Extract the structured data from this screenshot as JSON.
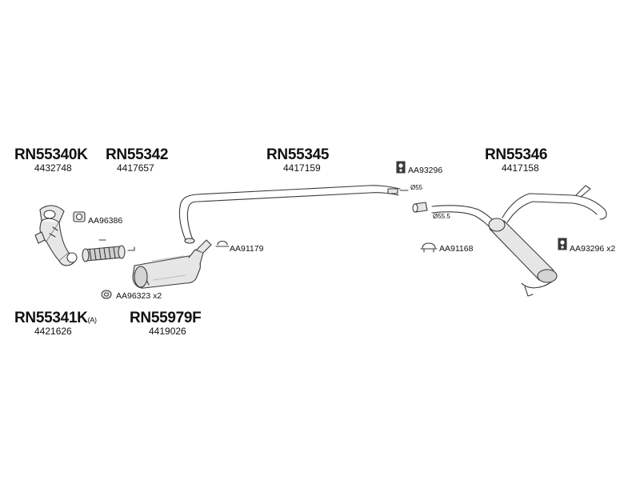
{
  "parts": {
    "rn55340k": {
      "code": "RN55340K",
      "ref": "4432748"
    },
    "rn55342": {
      "code": "RN55342",
      "ref": "4417657"
    },
    "rn55345": {
      "code": "RN55345",
      "ref": "4417159"
    },
    "rn55346": {
      "code": "RN55346",
      "ref": "4417158"
    },
    "rn55341k": {
      "code": "RN55341K",
      "suffix": "(A)",
      "ref": "4421626"
    },
    "rn55979f": {
      "code": "RN55979F",
      "ref": "4419026"
    }
  },
  "accessories": {
    "aa96386": "AA96386",
    "aa91179": "AA91179",
    "aa96323": "AA96323 x2",
    "aa93296_top": "AA93296",
    "aa91168": "AA91168",
    "aa93296_right": "AA93296 x2"
  },
  "dimensions": {
    "d55": "Ø55",
    "d55_5": "Ø55.5"
  },
  "colors": {
    "line": "#3a3a3a",
    "fill": "#e6e6e6",
    "shade": "#bdbdbd"
  }
}
